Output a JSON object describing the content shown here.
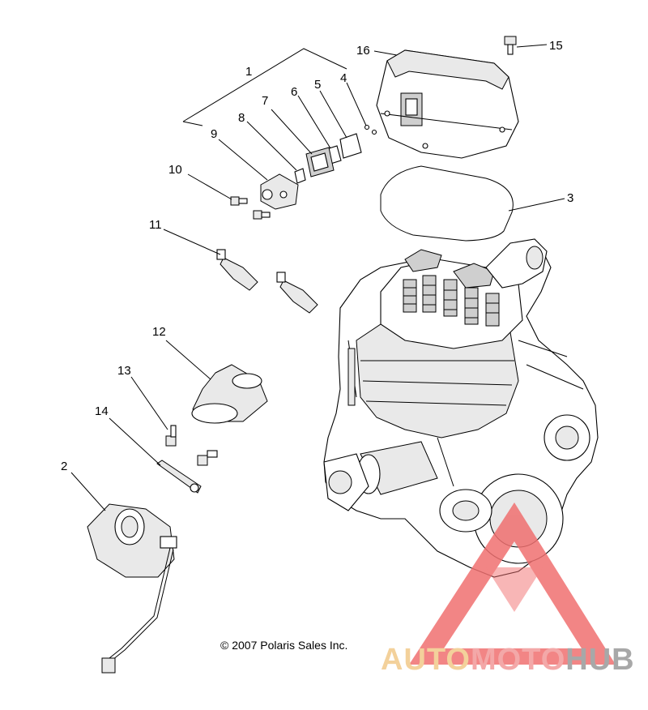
{
  "callouts": {
    "c1": "1",
    "c2": "2",
    "c3": "3",
    "c4": "4",
    "c5": "5",
    "c6": "6",
    "c7": "7",
    "c8": "8",
    "c9": "9",
    "c10": "10",
    "c11": "11",
    "c12": "12",
    "c13": "13",
    "c14": "14",
    "c15": "15",
    "c16": "16"
  },
  "copyright": "© 2007 Polaris Sales Inc.",
  "watermark": {
    "part1": "AUTO",
    "part2": "MOTO",
    "part3": "HUB",
    "colors": {
      "auto": "#f2c98a",
      "moto": "#f29a9a",
      "hub": "#9a9a9a",
      "triangle": "#f07070"
    }
  }
}
